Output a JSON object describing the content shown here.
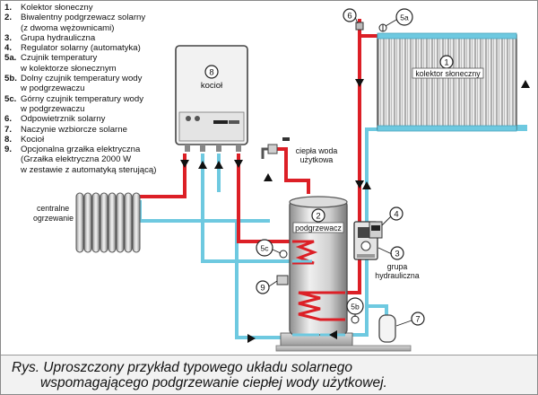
{
  "legend": [
    {
      "num": "1.",
      "text": "Kolektor słoneczny"
    },
    {
      "num": "2.",
      "text": "Biwalentny podgrzewacz solarny"
    },
    {
      "num": "",
      "text": "(z dwoma wężownicami)"
    },
    {
      "num": "3.",
      "text": "Grupa hydrauliczna"
    },
    {
      "num": "4.",
      "text": "Regulator solarny (automatyka)"
    },
    {
      "num": "5a.",
      "text": "Czujnik temperatury"
    },
    {
      "num": "",
      "text": "w kolektorze słonecznym"
    },
    {
      "num": "5b.",
      "text": "Dolny czujnik temperatury wody"
    },
    {
      "num": "",
      "text": "w podgrzewaczu"
    },
    {
      "num": "5c.",
      "text": "Górny czujnik temperatury wody"
    },
    {
      "num": "",
      "text": "w podgrzewaczu"
    },
    {
      "num": "6.",
      "text": "Odpowietrznik solarny"
    },
    {
      "num": "7.",
      "text": "Naczynie wzbiorcze solarne"
    },
    {
      "num": "8.",
      "text": "Kocioł"
    },
    {
      "num": "9.",
      "text": "Opcjonalna grzałka elektryczna"
    },
    {
      "num": "",
      "text": "(Grzałka elektryczna 2000 W"
    },
    {
      "num": "",
      "text": "w zestawie z automatyką sterującą)"
    }
  ],
  "labels": {
    "collector_num": "1",
    "collector_name": "kolektor słoneczny",
    "boiler_num": "8",
    "boiler_name": "kocioł",
    "hotwater_line1": "ciepła woda",
    "hotwater_line2": "użytkowa",
    "central_heating_line1": "centralne",
    "central_heating_line2": "ogrzewanie",
    "tank_num": "2",
    "tank_name": "podgrzewacz",
    "hydraulic_num": "3",
    "hydraulic_line1": "grupa",
    "hydraulic_line2": "hydrauliczna",
    "controller_num": "4",
    "sensor_5a": "5a",
    "sensor_5b": "5b",
    "sensor_5c": "5c",
    "air_vent_num": "6",
    "expansion_num": "7",
    "heater_num": "9"
  },
  "caption": {
    "line1": "Rys. Uproszczony przykład typowego układu solarnego",
    "line2": "wspomagającego podgrzewanie ciepłej wody użytkowej."
  },
  "colors": {
    "hot_pipe": "#dc1f26",
    "cold_pipe": "#6ec9e0",
    "arrow": "#111111",
    "panel": "#e9e9e9"
  }
}
